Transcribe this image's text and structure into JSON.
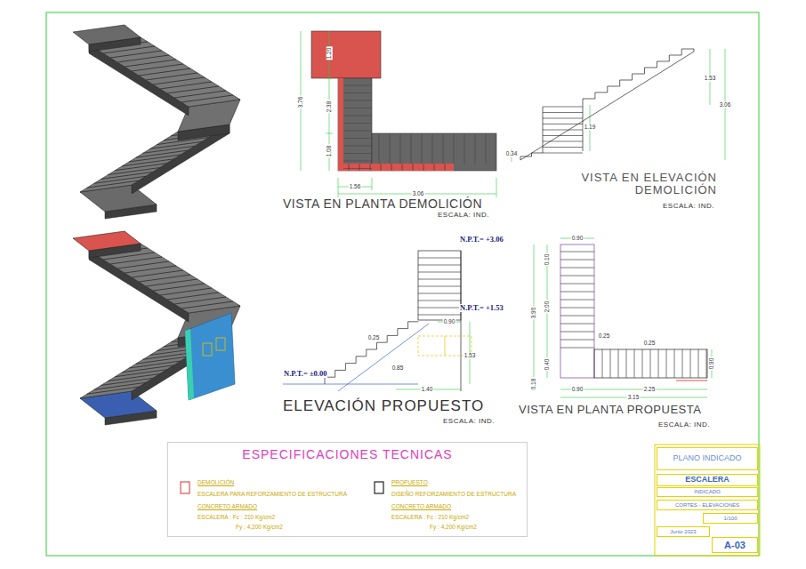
{
  "diagram": {
    "nodes": [
      {
        "text": [
          "ESPECIFICACIONES TECNICAS"
        ]
      },
      {
        "text": [
          "PLANO INDICADO"
        ]
      },
      {
        "text": [
          "ESCALERA"
        ]
      },
      {
        "text": [
          "INDICADO"
        ]
      },
      {
        "text": [
          "CORTES - ELEVACIONES"
        ]
      },
      {
        "text": [
          "1/100"
        ]
      },
      {
        "text": [
          "Junio 2023"
        ]
      },
      {
        "text": [
          "A-03"
        ]
      }
    ],
    "labels": [
      "VISTA EN PLANTA DEMOLICIÓN",
      "ESCALA: IND.",
      "1.20",
      "3.76",
      "2.38",
      "1.08",
      "1.56",
      "3.06",
      "VISTA EN ELEVACIÓN DEMOLICIÓN",
      "ESCALA: IND.",
      "1.53",
      "3.06",
      "1.19",
      "0.34",
      "N.P.T.= +3.06",
      "N.P.T.= +1.53",
      "N.P.T.= ±0.00",
      "0.90",
      "0.25",
      "0.85",
      "1.53",
      "1.40",
      "ELEVACIÓN PROPUESTO",
      "ESCALA: IND.",
      "0.90",
      "0.10",
      "3.90",
      "2.00",
      "0.25",
      "0.25",
      "0.40",
      "0.18",
      "0.90",
      "2.25",
      "3.15",
      "0.90",
      "VISTA EN PLANTA PROPUESTA",
      "ESCALA: IND.",
      "ESCALERA PARA REFORZAMIENTO DE ESTRUCTURA",
      "CONCRETO ARMADO",
      "ESCALERA : Fc : 210 Kg/cm2",
      "Fy : 4,200 Kg/cm2",
      "DISEÑO REFORZAMIENTO DE ESTRUCTURA",
      "CONCRETO ARMADO",
      "ESCALERA : Fc : 210 Kg/cm2",
      "Fy : 4,200 Kg/cm2"
    ],
    "legend": [
      {
        "text": "DEMOLICIÓN"
      },
      {
        "text": "PROPUESTO"
      }
    ]
  }
}
